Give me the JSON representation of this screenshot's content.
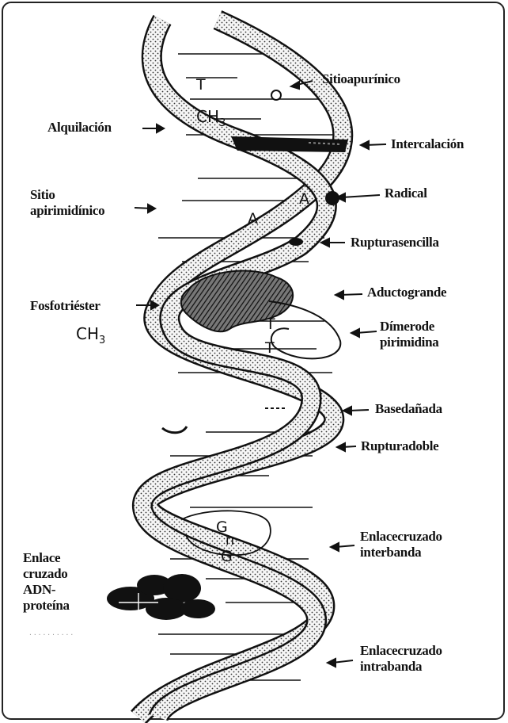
{
  "labels": {
    "sitio_apurinico": "Sitioapurínico",
    "alquilacion": "Alquilación",
    "intercalacion": "Intercalación",
    "sitio_apirimidinico_1": "Sitio",
    "sitio_apirimidinico_2": "apirimidínico",
    "radical": "Radical",
    "ruptura_sencilla": "Rupturasencilla",
    "aducto_grande": "Aductogrande",
    "fosfotriester": "Fosfotriéster",
    "dimero_1": "Dímerode",
    "dimero_2": "pirimidina",
    "base_danada": "Basedañada",
    "ruptura_doble": "Rupturadoble",
    "enlace_interbanda_1": "Enlacecruzado",
    "enlace_interbanda_2": "interbanda",
    "enlace_adn_proteina_1": "Enlace",
    "enlace_adn_proteina_2": "cruzado",
    "enlace_adn_proteina_3": "ADN-",
    "enlace_adn_proteina_4": "proteína",
    "enlace_intrabanda_1": "Enlacecruzado",
    "enlace_intrabanda_2": "intrabanda"
  },
  "molecules": {
    "ch3_top_main": "CH",
    "ch3_top_sub": "3",
    "ch3_mid_main": "CH",
    "ch3_mid_sub": "3"
  },
  "bases": {
    "t_top": "T",
    "a_upper": "A",
    "a_lower": "A",
    "t_dimer_1": "T",
    "t_dimer_2": "T",
    "g_upper": "G",
    "g_lower": "G",
    "crosslink_mark": "п"
  },
  "colors": {
    "ink": "#111111",
    "strand_fill": "#f4f4f4",
    "background": "#ffffff"
  }
}
